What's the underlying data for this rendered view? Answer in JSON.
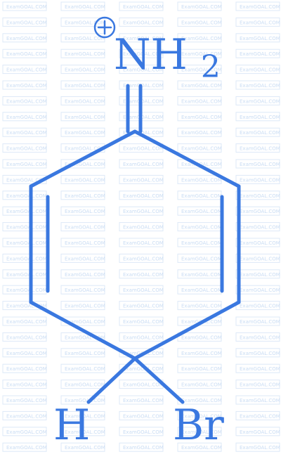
{
  "watermark": {
    "text": "ExamGOAL.COM"
  },
  "molecule": {
    "top_group": {
      "symbol": "NH",
      "subscript": "2",
      "charge": "+"
    },
    "substituent_left": "H",
    "substituent_right": "Br"
  },
  "colors": {
    "structure": "#3a78e0",
    "watermark_text": "#c9dcf3",
    "watermark_frame": "#dce8f7",
    "background": "#ffffff"
  }
}
